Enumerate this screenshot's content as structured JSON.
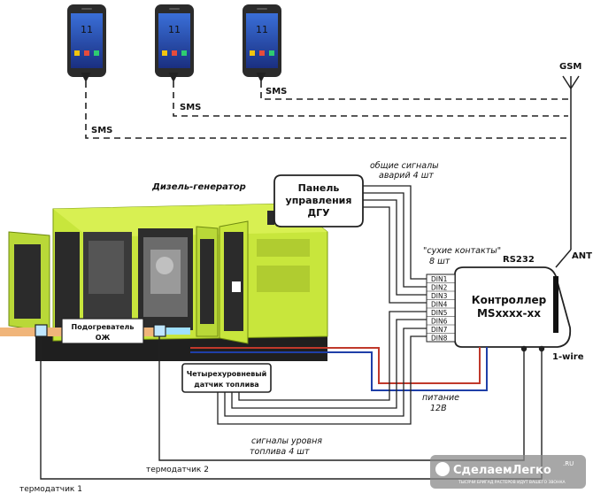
{
  "phones": [
    {
      "time": "11"
    },
    {
      "time": "11"
    },
    {
      "time": "11"
    }
  ],
  "labels": {
    "gsm": "GSM",
    "sms_1": "SMS",
    "sms_2": "SMS",
    "sms_3": "SMS",
    "generator": "Дизель-генератор",
    "alarm_signals_l1": "общие сигналы",
    "alarm_signals_l2": "аварий 4 шт",
    "panel_l1": "Панель",
    "panel_l2": "управления",
    "panel_l3": "ДГУ",
    "dry_contacts_l1": "\"сухие контакты\"",
    "dry_contacts_l2": "8 шт",
    "rs232": "RS232",
    "ant": "ANT",
    "controller_l1": "Контроллер",
    "controller_l2": "MSxxxx-xx",
    "onewire": "1-wire",
    "heater_l1": "Подогреватель",
    "heater_l2": "ОЖ",
    "fuel_sensor_l1": "Четырехуровневый",
    "fuel_sensor_l2": "датчик топлива",
    "power_l1": "питание",
    "power_l2": "12В",
    "fuel_signals_l1": "сигналы уровня",
    "fuel_signals_l2": "топлива 4 шт",
    "temp_sensor_2": "термодатчик 2",
    "temp_sensor_1": "термодатчик 1",
    "watermark_brand": "СделаемЛегко",
    "watermark_ru": ".RU",
    "watermark_tagline": "ТЫСЯЧИ БРИГАД РАСТЕРОВ ИДУТ ВАШЕГО ЗВОНКА"
  },
  "din_inputs": [
    "DIN1",
    "DIN2",
    "DIN3",
    "DIN4",
    "DIN5",
    "DIN6",
    "DIN7",
    "DIN8"
  ],
  "colors": {
    "generator_body": "#c8e63c",
    "generator_dark": "#2a2a2a",
    "wire": "#222222",
    "power_red": "#c0392b",
    "power_blue": "#1f3fa8",
    "gsm_blue": "#1a5fb4",
    "watermark": "#7a7a7a"
  }
}
